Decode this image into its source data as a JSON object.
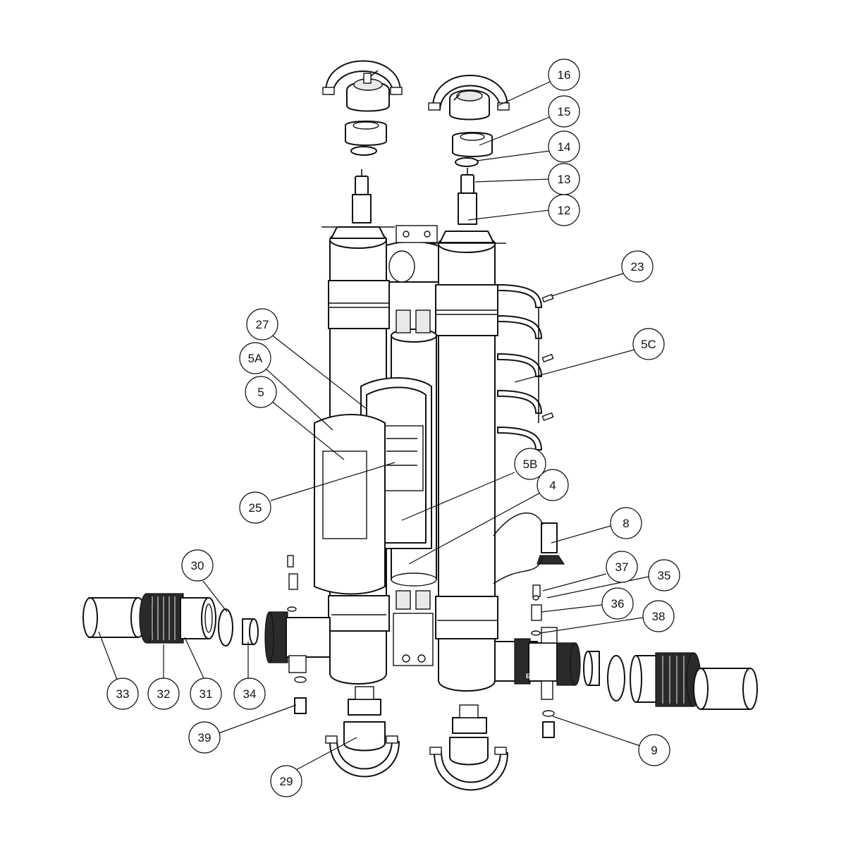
{
  "brand_text": "ELECRO",
  "callouts": [
    {
      "id": "16",
      "label": "16"
    },
    {
      "id": "15",
      "label": "15"
    },
    {
      "id": "14",
      "label": "14"
    },
    {
      "id": "13",
      "label": "13"
    },
    {
      "id": "12",
      "label": "12"
    },
    {
      "id": "23",
      "label": "23"
    },
    {
      "id": "5C",
      "label": "5C"
    },
    {
      "id": "27",
      "label": "27"
    },
    {
      "id": "5A",
      "label": "5A"
    },
    {
      "id": "5",
      "label": "5"
    },
    {
      "id": "25",
      "label": "25"
    },
    {
      "id": "5B",
      "label": "5B"
    },
    {
      "id": "4",
      "label": "4"
    },
    {
      "id": "8",
      "label": "8"
    },
    {
      "id": "37",
      "label": "37"
    },
    {
      "id": "35",
      "label": "35"
    },
    {
      "id": "36",
      "label": "36"
    },
    {
      "id": "38",
      "label": "38"
    },
    {
      "id": "30",
      "label": "30"
    },
    {
      "id": "33",
      "label": "33"
    },
    {
      "id": "32",
      "label": "32"
    },
    {
      "id": "31",
      "label": "31"
    },
    {
      "id": "34",
      "label": "34"
    },
    {
      "id": "39",
      "label": "39"
    },
    {
      "id": "29",
      "label": "29"
    },
    {
      "id": "9",
      "label": "9"
    }
  ]
}
